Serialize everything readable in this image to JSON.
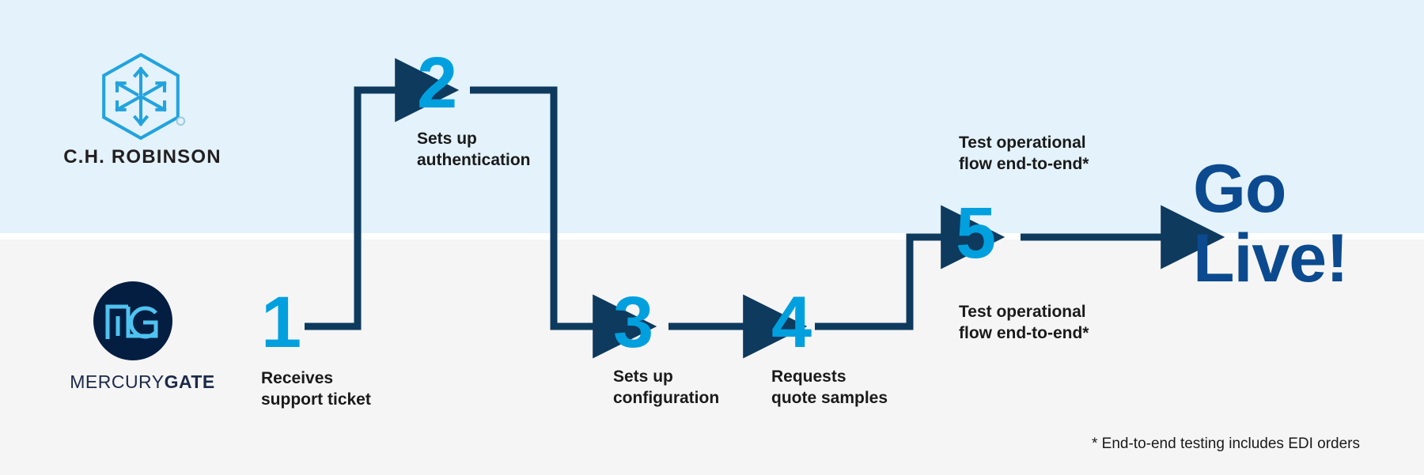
{
  "theme": {
    "band_top_color": "#e3f2fb",
    "band_bottom_color": "#f5f5f5",
    "accent_cyan": "#00a0df",
    "navy": "#0e3a5e",
    "deep_navy": "#041e42",
    "golive_blue": "#0b4a8f"
  },
  "lanes": {
    "top": {
      "logo_name": "ch-robinson-logo",
      "company": "C.H. ROBINSON"
    },
    "bottom": {
      "logo_name": "mercurygate-logo",
      "company_part1": "MERCURY",
      "company_part2": "GATE"
    }
  },
  "steps": [
    {
      "number": "1",
      "label": "Receives\nsupport ticket",
      "lane": "bottom"
    },
    {
      "number": "2",
      "label": "Sets up\nauthentication",
      "lane": "top"
    },
    {
      "number": "3",
      "label": "Sets up\nconfiguration",
      "lane": "bottom"
    },
    {
      "number": "4",
      "label": "Requests\nquote samples",
      "lane": "bottom"
    },
    {
      "number": "5",
      "label_top": "Test operational\nflow end-to-end*",
      "label_bottom": "Test operational\nflow end-to-end*",
      "lane": "both"
    }
  ],
  "outcome": {
    "label": "Go\nLive!"
  },
  "footnote": {
    "text": "* End-to-end testing includes EDI orders"
  }
}
